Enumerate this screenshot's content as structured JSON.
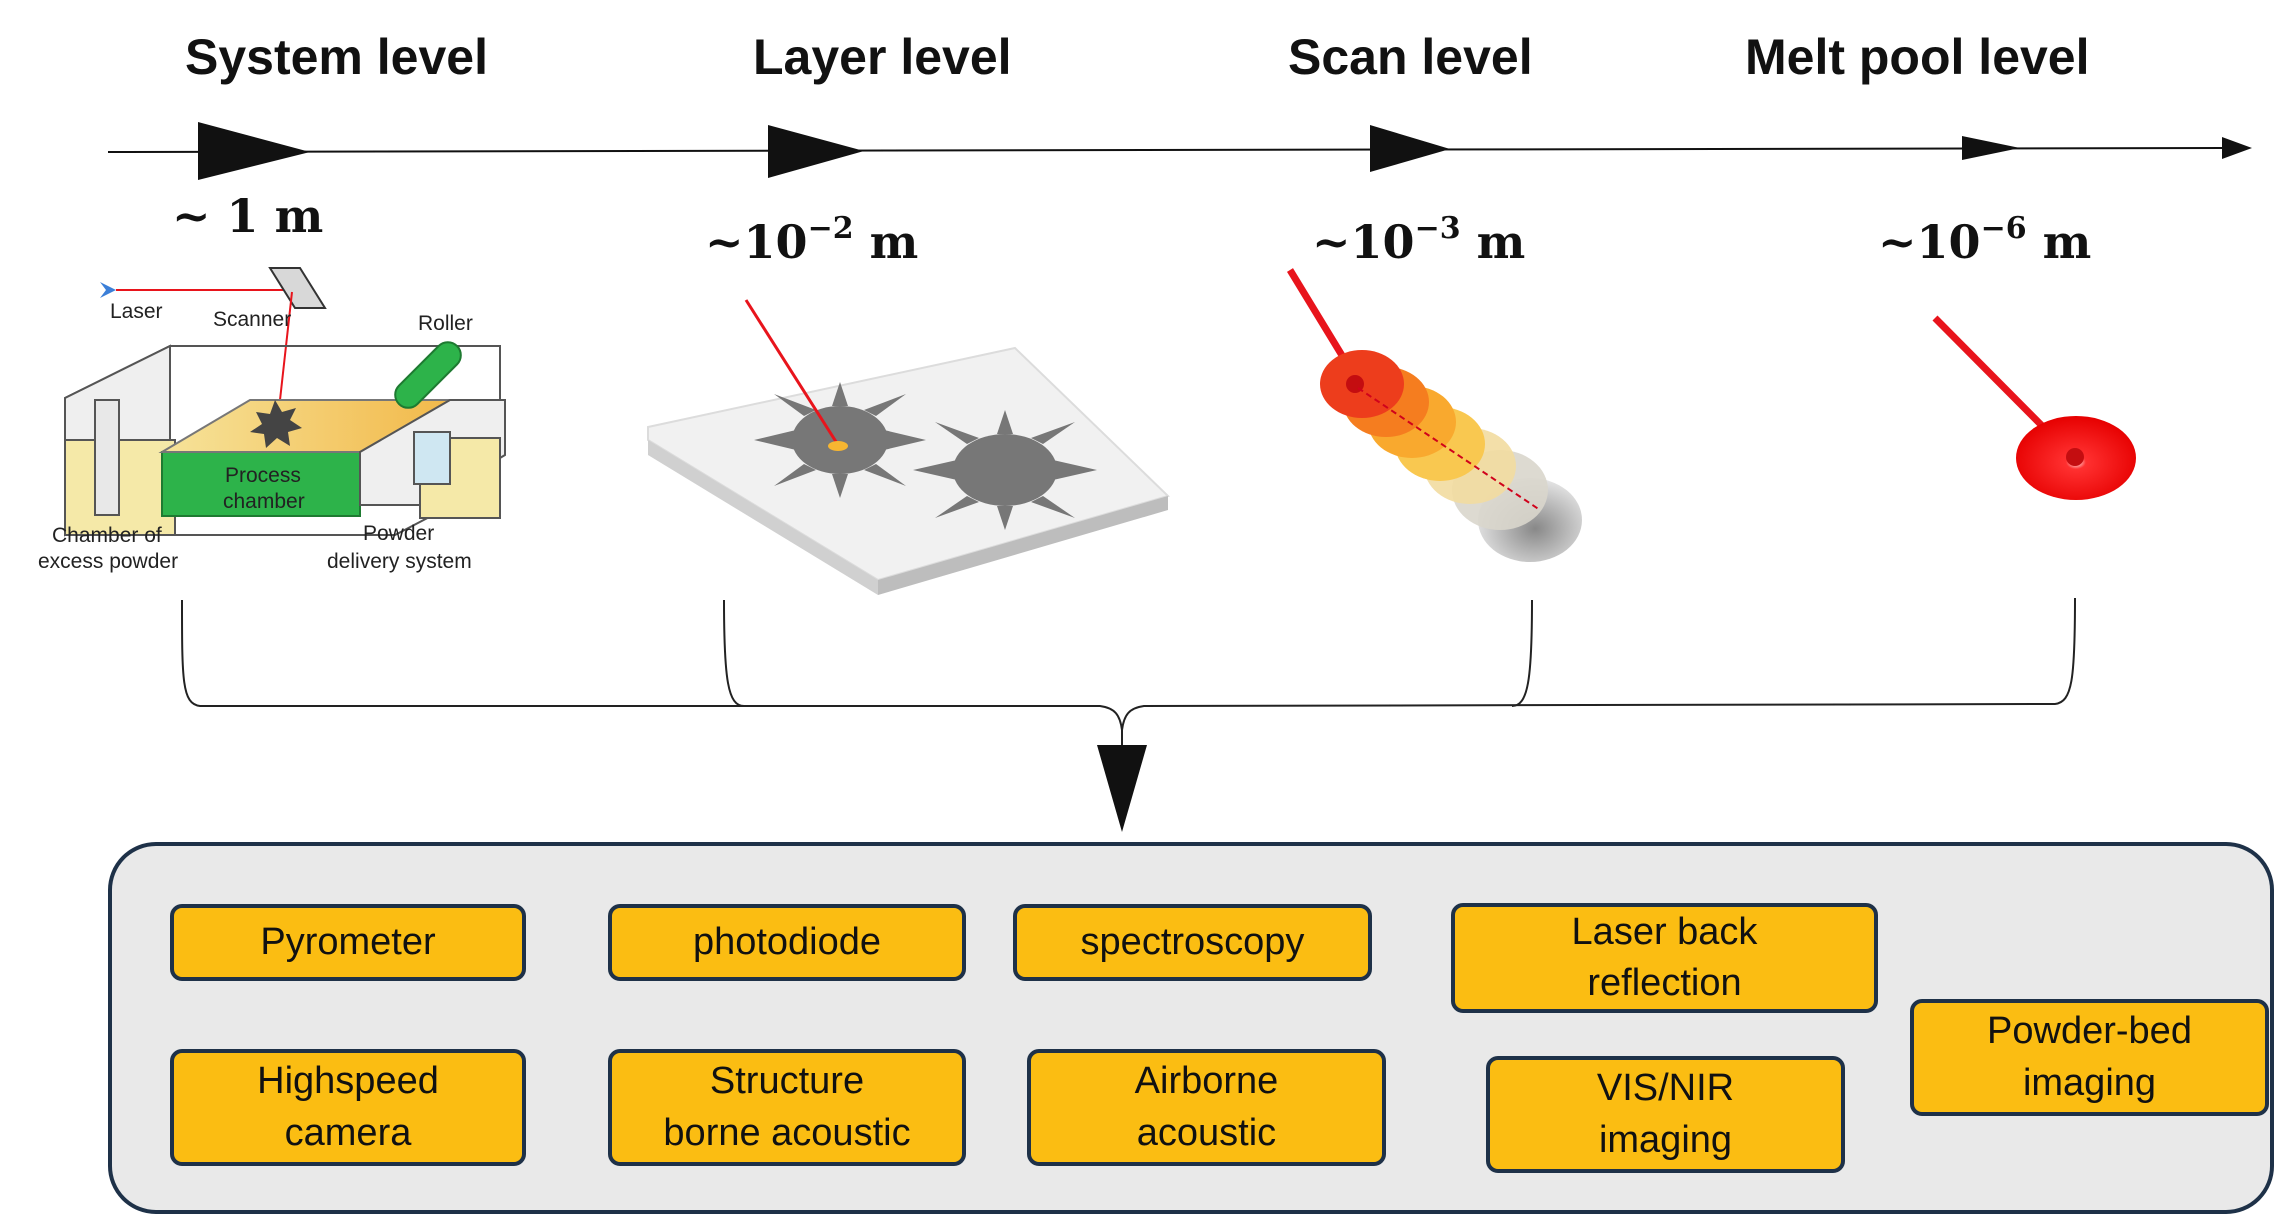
{
  "levels": [
    {
      "name": "System level",
      "scale": "~ 1 m"
    },
    {
      "name": "Layer level",
      "scale_base": "~10",
      "scale_exp": "−2",
      "scale_unit": " m"
    },
    {
      "name": "Scan level",
      "scale_base": "~10",
      "scale_exp": "−3",
      "scale_unit": " m"
    },
    {
      "name": "Melt pool level",
      "scale_base": "~10",
      "scale_exp": "−6",
      "scale_unit": " m"
    }
  ],
  "system_labels": {
    "laser": "Laser",
    "scanner": "Scanner",
    "roller": "Roller",
    "process_chamber": [
      "Process",
      "chamber"
    ],
    "excess_powder": [
      "Chamber of",
      "excess powder"
    ],
    "powder_delivery": [
      "Powder",
      "delivery system"
    ]
  },
  "sensors": [
    {
      "id": "pyrometer",
      "label": "Pyrometer"
    },
    {
      "id": "photodiode",
      "label": "photodiode"
    },
    {
      "id": "spectroscopy",
      "label": "spectroscopy"
    },
    {
      "id": "laser-back-reflection",
      "label": "Laser back\nreflection"
    },
    {
      "id": "highspeed-camera",
      "label": "Highspeed\ncamera"
    },
    {
      "id": "structure-borne-acoustic",
      "label": "Structure\nborne acoustic"
    },
    {
      "id": "airborne-acoustic",
      "label": "Airborne\nacoustic"
    },
    {
      "id": "vis-nir-imaging",
      "label": "VIS/NIR\nimaging"
    },
    {
      "id": "powder-bed-imaging",
      "label": "Powder-bed\nimaging"
    }
  ],
  "colors": {
    "sensor_fill": "#fbbd12",
    "sensor_border": "#1e3148",
    "panel_fill": "#e9e9e9",
    "laser_red": "#e8141c",
    "chamber_green": "#2db34a"
  }
}
